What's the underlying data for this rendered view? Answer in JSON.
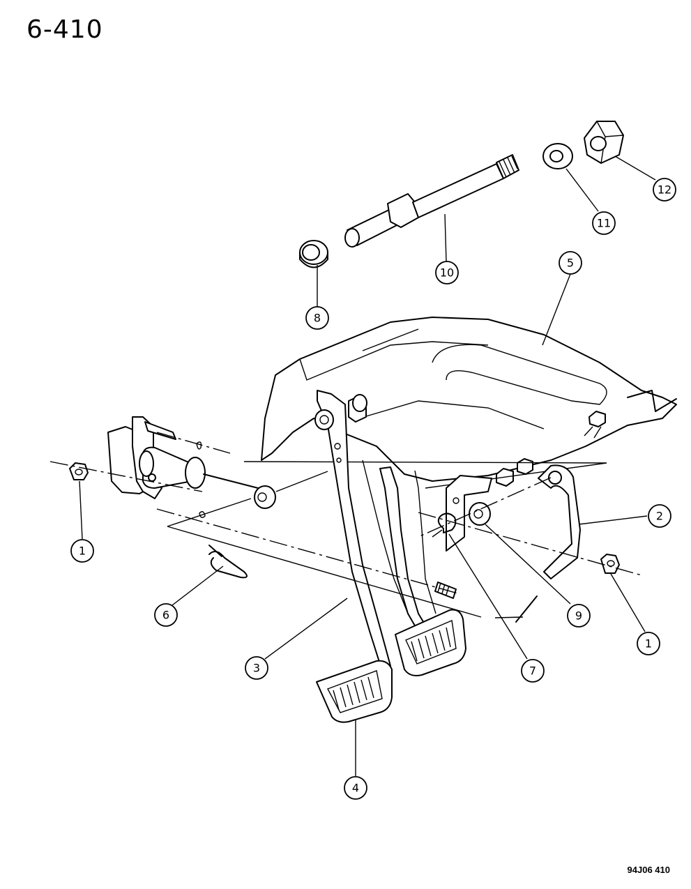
{
  "header": {
    "page_number": "6-410"
  },
  "footer": {
    "figure_code": "94J06 410"
  },
  "callouts": [
    {
      "id": "c1a",
      "label": "1"
    },
    {
      "id": "c1b",
      "label": "1"
    },
    {
      "id": "c2",
      "label": "2"
    },
    {
      "id": "c3",
      "label": "3"
    },
    {
      "id": "c4",
      "label": "4"
    },
    {
      "id": "c5",
      "label": "5"
    },
    {
      "id": "c6",
      "label": "6"
    },
    {
      "id": "c7",
      "label": "7"
    },
    {
      "id": "c8",
      "label": "8"
    },
    {
      "id": "c9",
      "label": "9"
    },
    {
      "id": "c10",
      "label": "10"
    },
    {
      "id": "c11",
      "label": "11"
    },
    {
      "id": "c12",
      "label": "12"
    }
  ]
}
